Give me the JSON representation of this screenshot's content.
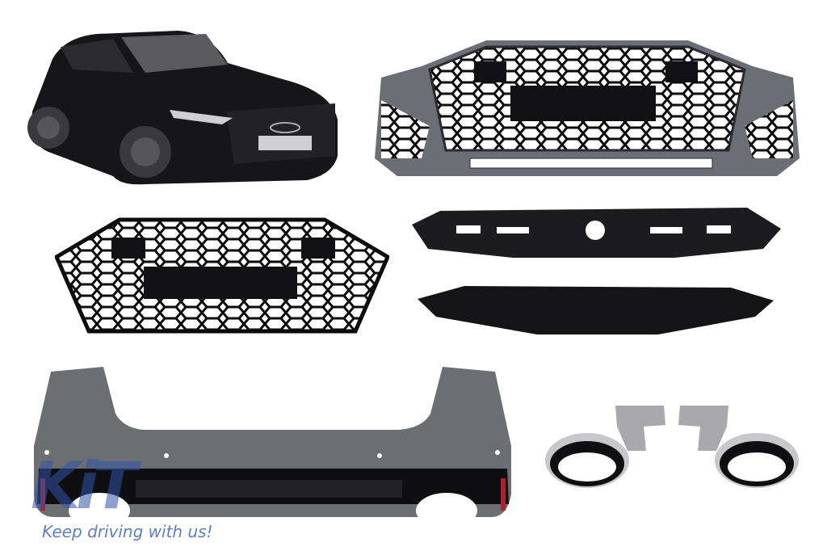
{
  "image": {
    "description": "Product composite: Audi RS6 style front bumper, grille, reinforcement bar, lower splitter, rear bumper with diffuser, and exhaust tips",
    "background": "#ffffff"
  },
  "parts": [
    {
      "id": "car",
      "label": "Black Audi RS6 Avant (reference vehicle)"
    },
    {
      "id": "front-bumper",
      "label": "Front bumper with honeycomb grille"
    },
    {
      "id": "grille",
      "label": "Honeycomb front grille"
    },
    {
      "id": "reinforcement",
      "label": "Bumper reinforcement bracket"
    },
    {
      "id": "splitter",
      "label": "Lower splitter / underbody cover"
    },
    {
      "id": "rear-bumper",
      "label": "Rear bumper with diffuser"
    },
    {
      "id": "exhaust-tips",
      "label": "Oval exhaust tips with brackets (pair)"
    }
  ],
  "watermark": {
    "logo": "KiT",
    "tagline": "Keep driving with us!",
    "color": "#2f55a8"
  },
  "colors": {
    "bumper_grey": "#6e7077",
    "gloss_black": "#101012",
    "chrome": "#c8c8cc",
    "reflector_red": "#b0202a"
  }
}
